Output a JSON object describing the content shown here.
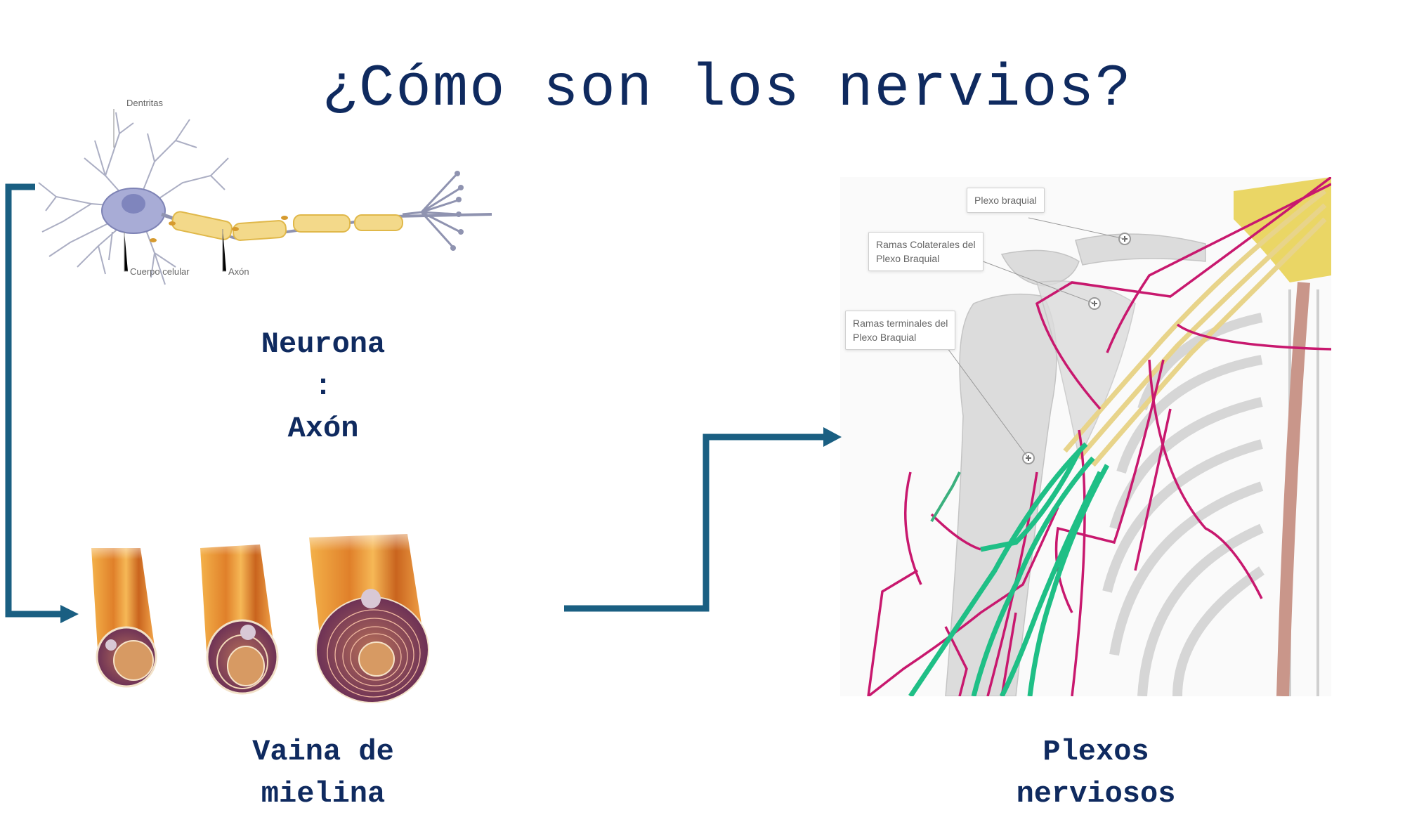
{
  "slide": {
    "title": "¿Cómo son los nervios?",
    "colors": {
      "title": "#0f2a5f",
      "connector": "#1a5f82",
      "background": "#ffffff"
    }
  },
  "neuron": {
    "caption_line1": "Neurona",
    "caption_line2": ":",
    "caption_line3": "Axón",
    "labels": {
      "dendrites": "Dentritas",
      "cell_body": "Cuerpo celular",
      "axon": "Axón"
    }
  },
  "myelin": {
    "caption_line1": "Vaina de",
    "caption_line2": "mielina"
  },
  "plexus": {
    "caption_line1": "Plexos",
    "caption_line2": "nerviosos",
    "callouts": {
      "brachial": "Plexo braquial",
      "collateral_line1": "Ramas Colaterales del",
      "collateral_line2": "Plexo Braquial",
      "terminal_line1": "Ramas terminales del",
      "terminal_line2": "Plexo Braquial"
    },
    "colors": {
      "nerve_magenta": "#c8186e",
      "nerve_green": "#1fbf86",
      "nerve_yellow": "#e8d48a",
      "bone": "#dedede",
      "spine": "#c9968a"
    }
  }
}
